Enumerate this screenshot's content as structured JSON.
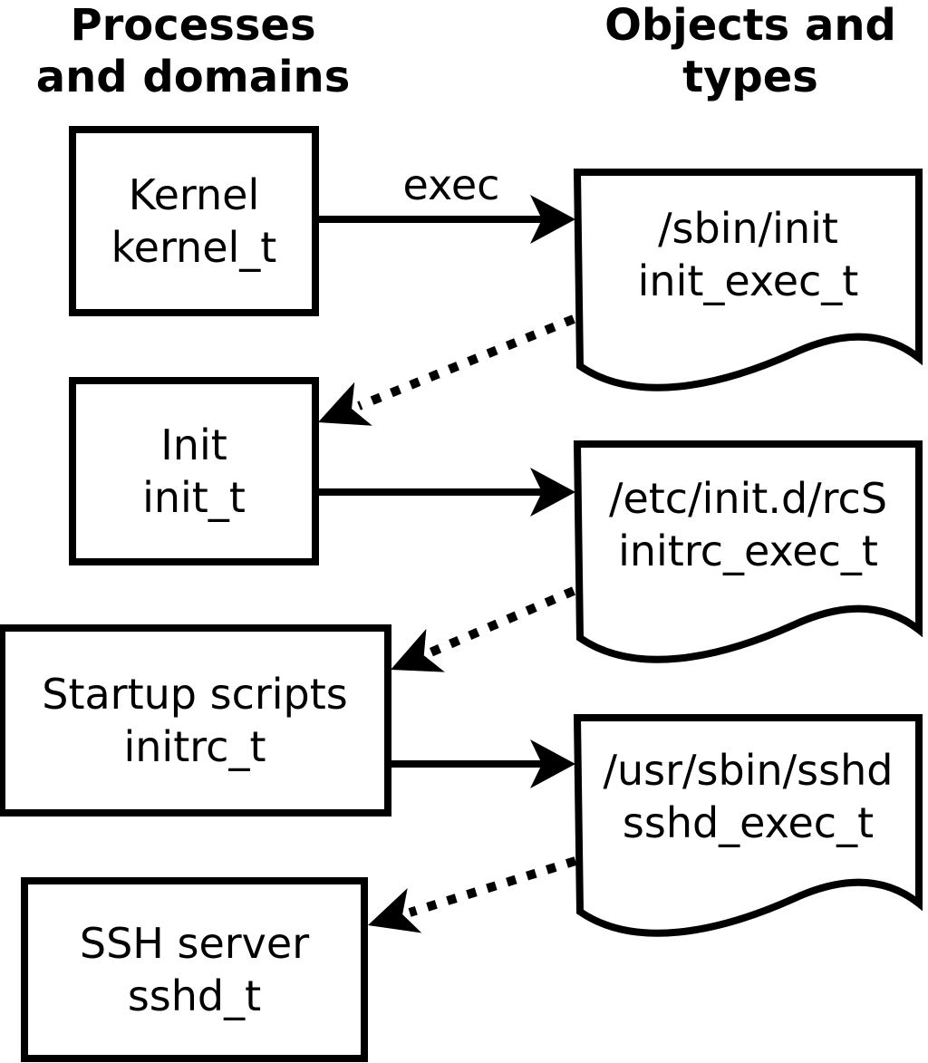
{
  "columns": {
    "left_header": {
      "line1": "Processes",
      "line2": "and domains"
    },
    "right_header": {
      "line1": "Objects and",
      "line2": "types"
    }
  },
  "process_nodes": [
    {
      "name": "Kernel",
      "domain": "kernel_t"
    },
    {
      "name": "Init",
      "domain": "init_t"
    },
    {
      "name": "Startup scripts",
      "domain": "initrc_t"
    },
    {
      "name": "SSH server",
      "domain": "sshd_t"
    }
  ],
  "object_nodes": [
    {
      "path": "/sbin/init",
      "type": "init_exec_t"
    },
    {
      "path": "/etc/init.d/rcS",
      "type": "initrc_exec_t"
    },
    {
      "path": "/usr/sbin/sshd",
      "type": "sshd_exec_t"
    }
  ],
  "arrow_labels": {
    "exec": "exec"
  },
  "colors": {
    "line": "#000000",
    "text": "#000000",
    "background": "#ffffff"
  }
}
